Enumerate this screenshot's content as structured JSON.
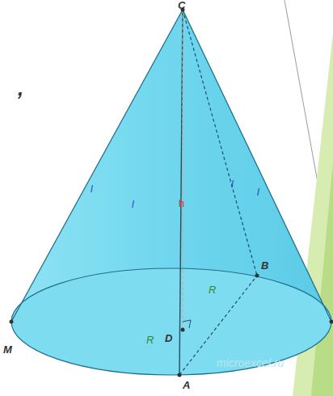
{
  "diagram": {
    "labels": [
      "C",
      "l",
      "l",
      "h",
      "l",
      "l",
      "B",
      "R",
      "R",
      "M",
      "D",
      "A",
      ",",
      "microexcel.ru"
    ]
  }
}
